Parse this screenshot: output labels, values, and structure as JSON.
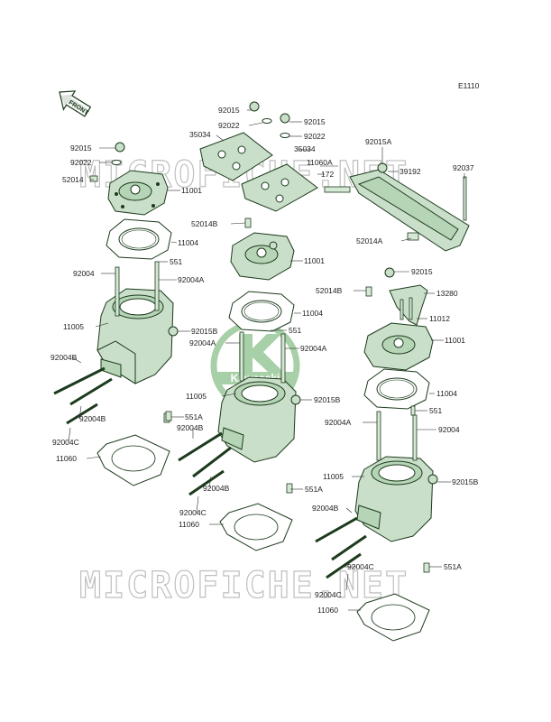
{
  "diagram_code": "E1110",
  "front_arrow_label": "FRONT",
  "watermark_text": "MICROFICHE.NET",
  "logo_text": "Kawasaki",
  "accent_color": "#1c3a1c",
  "part_fill_color": "#c9dfc9",
  "labels": [
    {
      "id": "l01",
      "text": "92015"
    },
    {
      "id": "l02",
      "text": "92022"
    },
    {
      "id": "l03",
      "text": "92015"
    },
    {
      "id": "l04",
      "text": "35034"
    },
    {
      "id": "l05",
      "text": "92022"
    },
    {
      "id": "l06",
      "text": "35034"
    },
    {
      "id": "l07",
      "text": "92015A"
    },
    {
      "id": "l08",
      "text": "92015"
    },
    {
      "id": "l09",
      "text": "92022"
    },
    {
      "id": "l10",
      "text": "172"
    },
    {
      "id": "l11",
      "text": "11060A"
    },
    {
      "id": "l12",
      "text": "39192"
    },
    {
      "id": "l13",
      "text": "92037"
    },
    {
      "id": "l14",
      "text": "52014"
    },
    {
      "id": "l15",
      "text": "11001"
    },
    {
      "id": "l16",
      "text": "52014B"
    },
    {
      "id": "l17",
      "text": "52014A"
    },
    {
      "id": "l18",
      "text": "11004"
    },
    {
      "id": "l19",
      "text": "11001"
    },
    {
      "id": "l20",
      "text": "92004"
    },
    {
      "id": "l21",
      "text": "551"
    },
    {
      "id": "l22",
      "text": "92004A"
    },
    {
      "id": "l23",
      "text": "92015"
    },
    {
      "id": "l24",
      "text": "52014B"
    },
    {
      "id": "l25",
      "text": "13280"
    },
    {
      "id": "l26",
      "text": "11004"
    },
    {
      "id": "l27",
      "text": "11005"
    },
    {
      "id": "l28",
      "text": "92015B"
    },
    {
      "id": "l29",
      "text": "551"
    },
    {
      "id": "l30",
      "text": "11012"
    },
    {
      "id": "l31",
      "text": "92004A"
    },
    {
      "id": "l32",
      "text": "92004A"
    },
    {
      "id": "l33",
      "text": "11001"
    },
    {
      "id": "l34",
      "text": "92004B"
    },
    {
      "id": "l35",
      "text": "11005"
    },
    {
      "id": "l36",
      "text": "92015B"
    },
    {
      "id": "l37",
      "text": "11004"
    },
    {
      "id": "l38",
      "text": "92004B"
    },
    {
      "id": "l39",
      "text": "551A"
    },
    {
      "id": "l40",
      "text": "92004A"
    },
    {
      "id": "l41",
      "text": "551"
    },
    {
      "id": "l42",
      "text": "92004B"
    },
    {
      "id": "l43",
      "text": "92004"
    },
    {
      "id": "l44",
      "text": "92004C"
    },
    {
      "id": "l45",
      "text": "11060"
    },
    {
      "id": "l46",
      "text": "92004B"
    },
    {
      "id": "l47",
      "text": "11005"
    },
    {
      "id": "l48",
      "text": "92015B"
    },
    {
      "id": "l49",
      "text": "551A"
    },
    {
      "id": "l50",
      "text": "92004C"
    },
    {
      "id": "l51",
      "text": "92004B"
    },
    {
      "id": "l52",
      "text": "11060"
    },
    {
      "id": "l53",
      "text": "92004C"
    },
    {
      "id": "l54",
      "text": "551A"
    },
    {
      "id": "l55",
      "text": "92004C"
    },
    {
      "id": "l56",
      "text": "11060"
    }
  ]
}
